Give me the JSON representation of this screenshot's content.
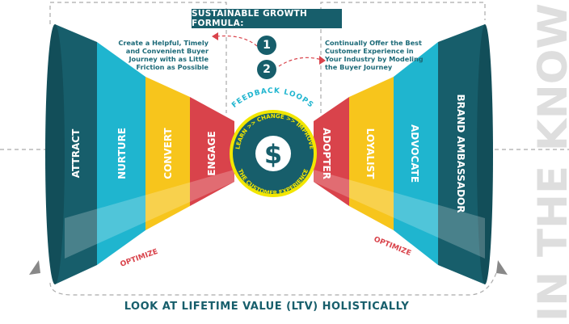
{
  "title": "SUSTAINABLE GROWTH FORMULA:",
  "steps": [
    {
      "number": "1",
      "text": "Create a Helpful, Timely and Convenient Buyer Journey with as Little Friction as Possible"
    },
    {
      "number": "2",
      "text": "Continually Offer the Best Customer Experience in Your Industry by Modeling the Buyer Journey"
    }
  ],
  "left_stages": [
    "ATTRACT",
    "NURTURE",
    "CONVERT",
    "ENGAGE"
  ],
  "right_stages": [
    "ADOPTER",
    "LOYALIST",
    "ADVOCATE",
    "BRAND AMBASSADOR"
  ],
  "center": {
    "top_label": "FEEDBACK LOOPS",
    "ring_top": "LEARN >> CHANGE >> IMPROVE",
    "ring_bottom": "THE CUSTOMER EXPERIENCE",
    "symbol": "$"
  },
  "optimize_left": "OPTIMIZE",
  "optimize_right": "OPTIMIZE",
  "bottom_text": "LOOK AT LIFETIME VALUE (LTV) HOLISTICALLY",
  "logo": "IN THE KNOW",
  "colors": {
    "teal": "#175e6b",
    "cyan": "#1fb5cf",
    "yellow": "#f7c51c",
    "red": "#d9434b",
    "ring": "#f2e600"
  }
}
